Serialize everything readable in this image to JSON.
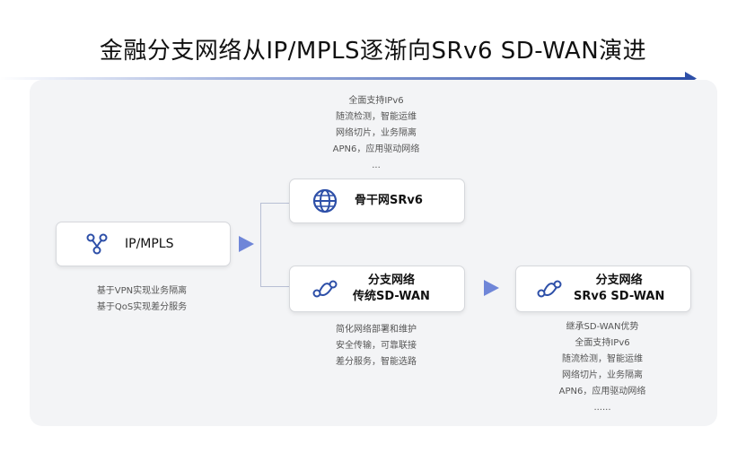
{
  "title": "金融分支网络从IP/MPLS逐渐向SRv6 SD-WAN演进",
  "colors": {
    "accent": "#2d4fa8",
    "icon": "#2d4fa8",
    "triangle": "#6f86d8"
  },
  "nodes": {
    "ipmpls": {
      "label": "IP/MPLS",
      "icon": "network-node-icon"
    },
    "backbone": {
      "label": "骨干网SRv6",
      "icon": "globe-icon"
    },
    "branch_traditional": {
      "line1": "分支网络",
      "line2": "传统SD-WAN",
      "icon": "network-node-icon"
    },
    "branch_srv6": {
      "line1": "分支网络",
      "line2": "SRv6 SD-WAN",
      "icon": "network-node-icon"
    }
  },
  "notes": {
    "ipmpls": [
      "基于VPN实现业务隔离",
      "基于QoS实现差分服务"
    ],
    "backbone": [
      "全面支持IPv6",
      "随流检测，智能运维",
      "网络切片，业务隔离",
      "APN6，应用驱动网络",
      "..."
    ],
    "branch_traditional": [
      "简化网络部署和维护",
      "安全传输，可靠联接",
      "差分服务，智能选路"
    ],
    "branch_srv6": [
      "继承SD-WAN优势",
      "全面支持IPv6",
      "随流检测，智能运维",
      "网络切片，业务隔离",
      "APN6，应用驱动网络",
      "......"
    ]
  }
}
